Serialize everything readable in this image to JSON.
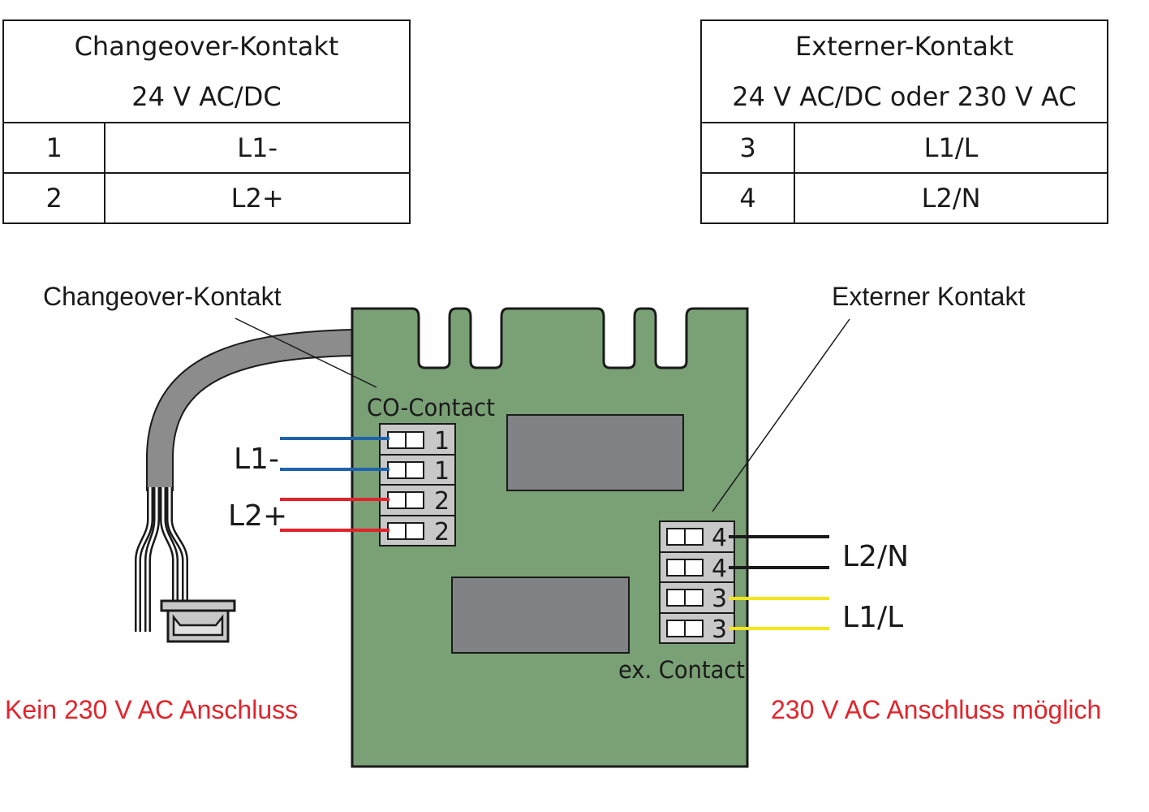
{
  "tables": {
    "changeover": {
      "title": "Changeover-Kontakt",
      "voltage": "24 V AC/DC",
      "rows": [
        {
          "pin": "1",
          "signal": "L1-"
        },
        {
          "pin": "2",
          "signal": "L2+"
        }
      ]
    },
    "external": {
      "title": "Externer-Kontakt",
      "voltage": "24 V AC/DC oder 230 V AC",
      "rows": [
        {
          "pin": "3",
          "signal": "L1/L"
        },
        {
          "pin": "4",
          "signal": "L2/N"
        }
      ]
    }
  },
  "diagram": {
    "callout_changeover": "Changeover-Kontakt",
    "callout_external": "Externer Kontakt",
    "board_label_co": "CO-Contact",
    "board_label_ex": "ex. Contact",
    "co_terminals": [
      "1",
      "1",
      "2",
      "2"
    ],
    "ex_terminals": [
      "4",
      "4",
      "3",
      "3"
    ],
    "wire_L1": "L1-",
    "wire_L2": "L2+",
    "wire_L2N": "L2/N",
    "wire_L1L": "L1/L",
    "note_left": "Kein 230 V AC Anschluss",
    "note_right": "230 V AC Anschluss möglich"
  },
  "colors": {
    "board": "#7aa175",
    "terminal": "#c8c8c8",
    "component": "#808285",
    "cable": "#8c8c8c",
    "wire_blue": "#1f63ad",
    "wire_red": "#e3232b",
    "wire_black": "#1a1a1a",
    "wire_yellow": "#f4e61a",
    "note_red": "#e3232b"
  }
}
